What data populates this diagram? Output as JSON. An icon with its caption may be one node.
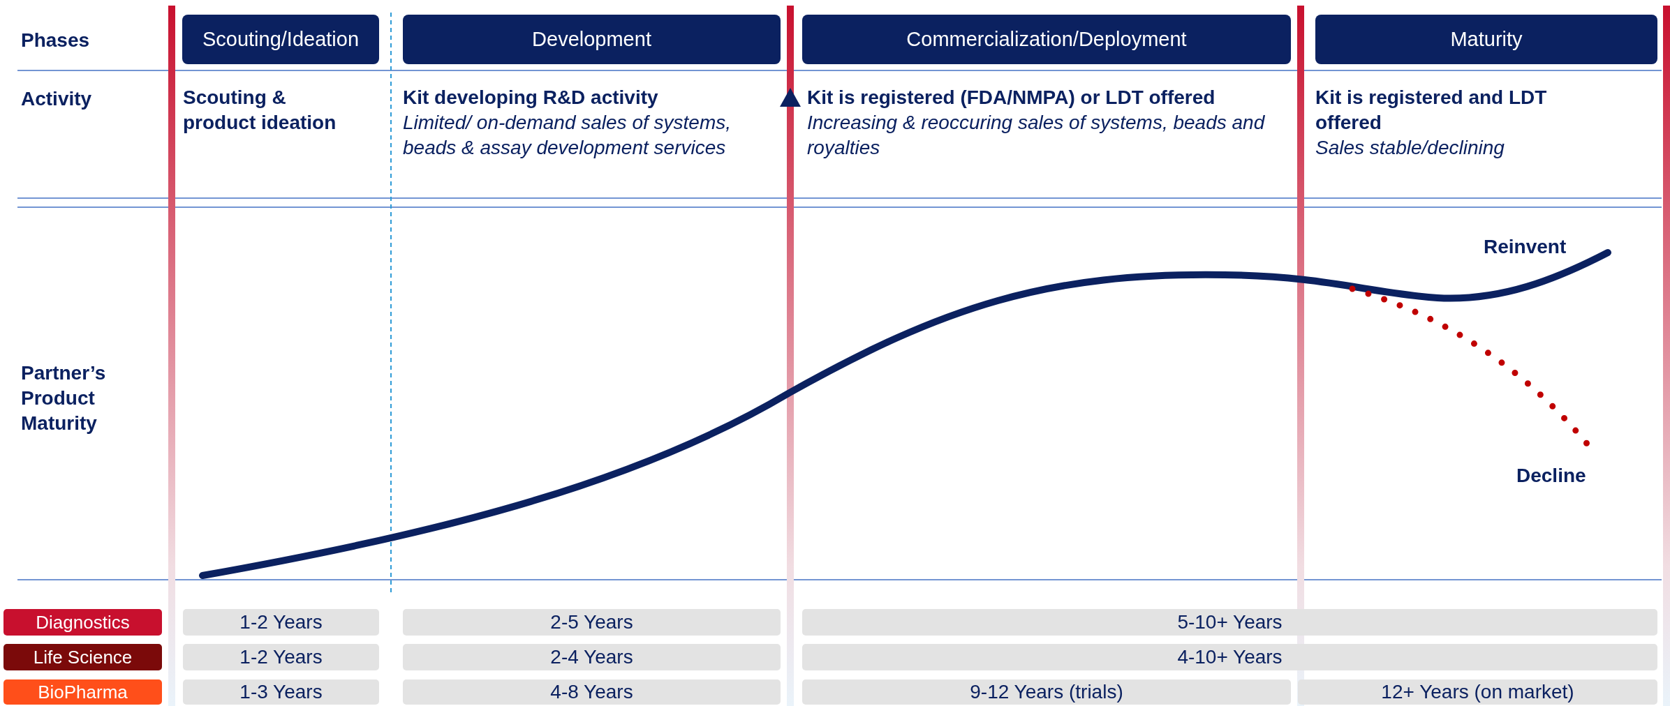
{
  "diagram": {
    "nodes": [
      {
        "text": [
          "Scouting/Ideation"
        ]
      },
      {
        "text": [
          "Development"
        ]
      },
      {
        "text": [
          "Commercialization/Deployment"
        ]
      },
      {
        "text": [
          "Maturity"
        ]
      },
      {
        "text": [
          "Diagnostics"
        ]
      },
      {
        "text": [
          "Life Science"
        ]
      },
      {
        "text": [
          "BioPharma"
        ]
      },
      {
        "text": [
          "1-2 Years"
        ]
      },
      {
        "text": [
          "2-5 Years"
        ]
      },
      {
        "text": [
          "5-10+ Years"
        ]
      },
      {
        "text": [
          "1-2 Years"
        ]
      },
      {
        "text": [
          "2-4 Years"
        ]
      },
      {
        "text": [
          "4-10+ Years"
        ]
      },
      {
        "text": [
          "1-3 Years"
        ]
      },
      {
        "text": [
          "4-8 Years"
        ]
      },
      {
        "text": [
          "9-12 Years (trials)"
        ]
      },
      {
        "text": [
          "12+ Years (on market)"
        ]
      }
    ],
    "labels": [
      "Phases",
      "Activity",
      "Scouting & product ideation",
      "Kit developing R&D activity",
      "Limited/ on-demand sales of systems, beads & assay development services",
      "Kit is registered (FDA/NMPA) or LDT offered",
      "Increasing & reoccuring sales of systems, beads and royalties",
      "Kit is registered and LDT offered",
      "Sales stable/declining",
      "Partner’s Product Maturity",
      "Reinvent",
      "Decline"
    ]
  }
}
